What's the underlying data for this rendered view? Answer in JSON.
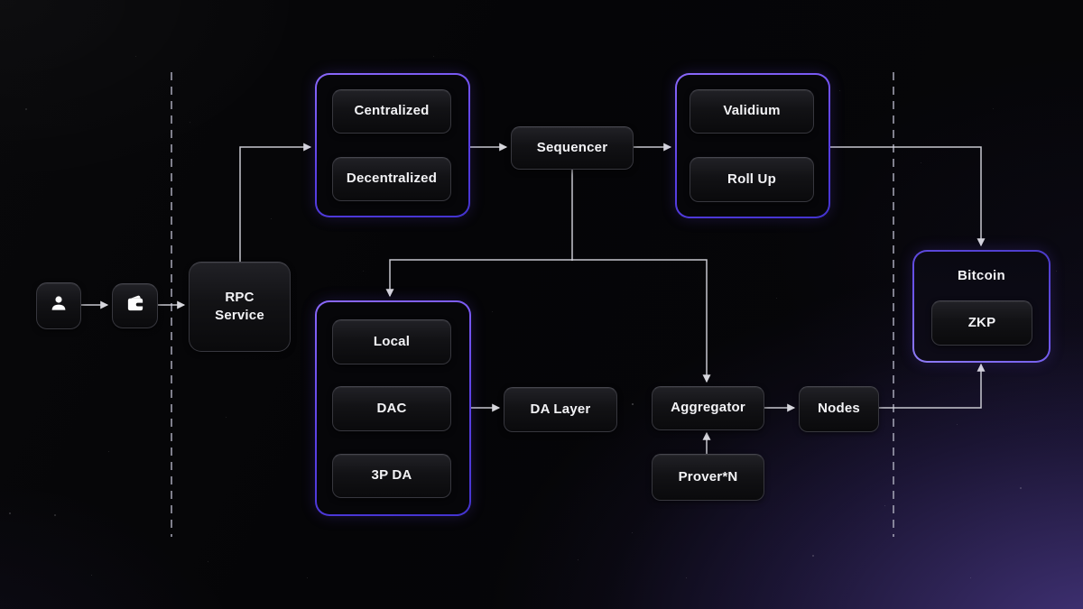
{
  "colors": {
    "background": "#050507",
    "accent_purple": "#6b4cf0",
    "glow_purple": "#3f3168",
    "connector": "#d8d8df",
    "node_text": "#f3f3f6"
  },
  "nodes": {
    "user": {
      "icon": "user-icon"
    },
    "wallet": {
      "icon": "wallet-icon"
    },
    "rpc_service": {
      "label": "RPC Service"
    },
    "sequencer": {
      "label": "Sequencer"
    },
    "da_layer": {
      "label": "DA Layer"
    },
    "aggregator": {
      "label": "Aggregator"
    },
    "prover": {
      "label": "Prover*N"
    },
    "nodes": {
      "label": "Nodes"
    },
    "bitcoin": {
      "label": "Bitcoin"
    },
    "zkp": {
      "label": "ZKP"
    }
  },
  "groups": {
    "sequencer_types": {
      "items": [
        "Centralized",
        "Decentralized"
      ]
    },
    "proof_types": {
      "items": [
        "Validium",
        "Roll Up"
      ]
    },
    "da_types": {
      "items": [
        "Local",
        "DAC",
        "3P DA"
      ]
    }
  },
  "edges": [
    {
      "id": "user-to-wallet",
      "from": "user",
      "to": "wallet"
    },
    {
      "id": "wallet-to-rpc",
      "from": "wallet",
      "to": "rpc_service"
    },
    {
      "id": "rpc-to-sequencer-types",
      "from": "rpc_service",
      "to": "sequencer_types"
    },
    {
      "id": "sequencer-types-to-sequencer",
      "from": "sequencer_types",
      "to": "sequencer"
    },
    {
      "id": "sequencer-to-proof-types",
      "from": "sequencer",
      "to": "proof_types"
    },
    {
      "id": "proof-types-to-bitcoin",
      "from": "proof_types",
      "to": "bitcoin"
    },
    {
      "id": "sequencer-stem",
      "from": "sequencer",
      "to": "junction"
    },
    {
      "id": "junction-to-da-types",
      "from": "sequencer",
      "to": "da_types"
    },
    {
      "id": "junction-to-aggregator",
      "from": "sequencer",
      "to": "aggregator"
    },
    {
      "id": "da-types-to-da-layer",
      "from": "da_types",
      "to": "da_layer"
    },
    {
      "id": "prover-to-aggregator",
      "from": "prover",
      "to": "aggregator"
    },
    {
      "id": "aggregator-to-nodes",
      "from": "aggregator",
      "to": "nodes"
    },
    {
      "id": "nodes-to-bitcoin",
      "from": "nodes",
      "to": "bitcoin"
    }
  ]
}
